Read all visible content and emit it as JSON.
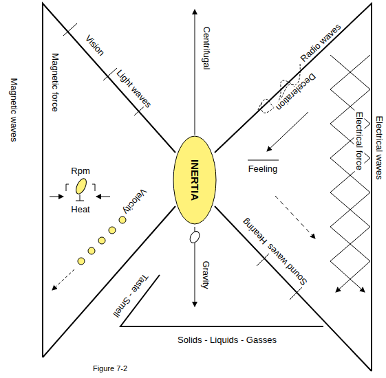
{
  "diagram": {
    "caption": "Figure 7-2",
    "nodes": [
      {
        "text": [
          "INERTIA"
        ]
      }
    ],
    "labels": [
      "Centrifugal",
      "Radio waves",
      "Deceleration",
      "Electrical waves",
      "Electrical force",
      "Feeling",
      "Hearing",
      "Sound waves",
      "Gravity",
      "Solids - Liquids - Gasses",
      "Taste - Smell",
      "Velocity",
      "Heat",
      "Rpm",
      "Magnetic force",
      "Magnetic waves",
      "Light waves",
      "Vision"
    ]
  }
}
